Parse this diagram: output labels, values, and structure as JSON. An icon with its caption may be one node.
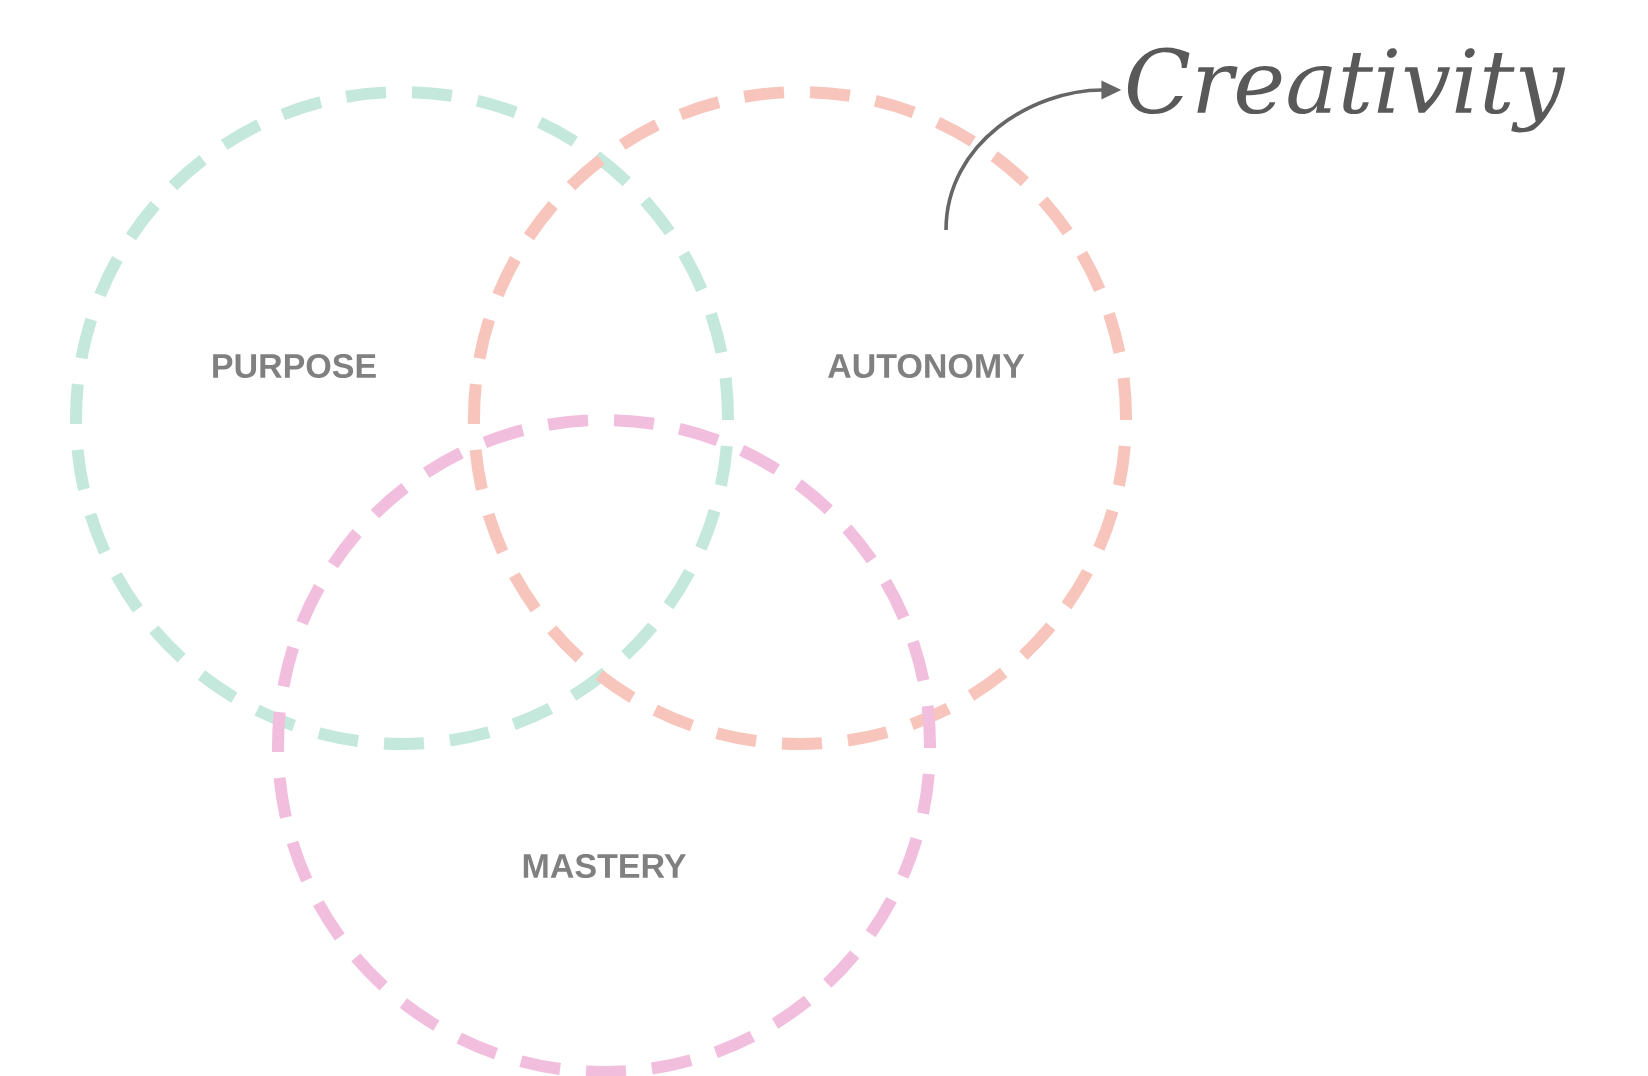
{
  "diagram": {
    "nodes": [
      {
        "text": [
          "PURPOSE"
        ]
      },
      {
        "text": [
          "AUTONOMY"
        ]
      },
      {
        "text": [
          "MASTERY"
        ]
      },
      {
        "text": [
          "Creativity"
        ]
      }
    ],
    "edges": [
      {
        "from": 1,
        "to": 3,
        "arrow": "to"
      }
    ]
  }
}
